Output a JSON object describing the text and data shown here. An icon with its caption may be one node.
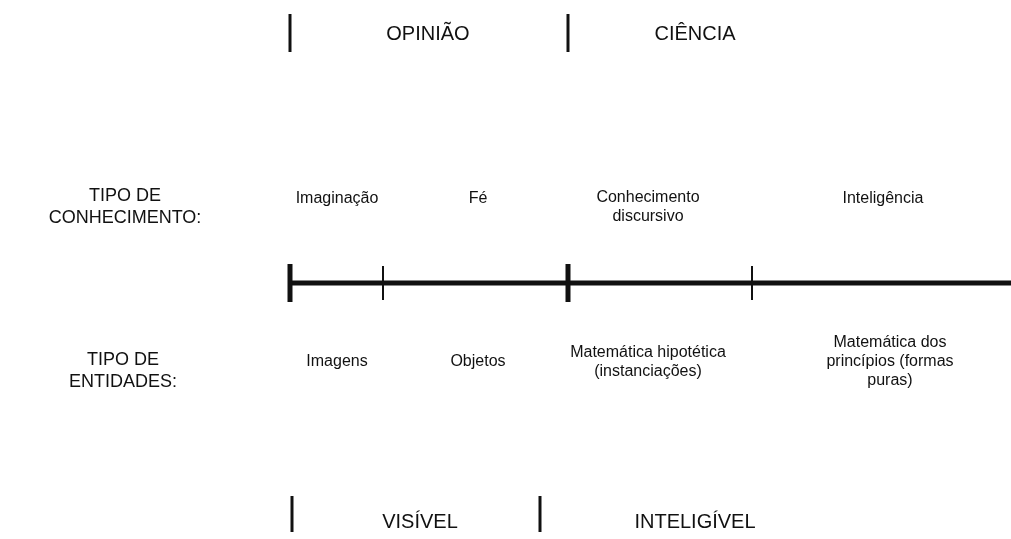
{
  "diagram": {
    "labels": [
      "OPINIÃO",
      "CIÊNCIA",
      "TIPO DE CONHECIMENTO:",
      "Imaginação",
      "Fé",
      "Conhecimento discursivo",
      "Inteligência",
      "TIPO DE ENTIDADES:",
      "Imagens",
      "Objetos",
      "Matemática hipotética (instanciações)",
      "Matemática dos princípios (formas puras)",
      "VISÍVEL",
      "INTELIGÍVEL"
    ]
  }
}
